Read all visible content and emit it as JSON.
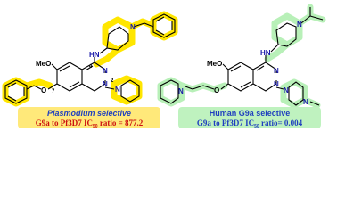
{
  "left": {
    "title": "Plasmodium selective",
    "ratio_prefix": "G9a to Pf3D7 IC",
    "ratio_sub": "50",
    "ratio_suffix": " ratio = 877.2",
    "labels": {
      "nh": "HN",
      "n": "N",
      "meo": "MeO",
      "o": "O",
      "pos4": "4",
      "pos7": "7",
      "pos2": "2"
    }
  },
  "right": {
    "title": "Human G9a selective",
    "ratio_prefix": "G9a to Pf3D7 IC",
    "ratio_sub": "50",
    "ratio_suffix": " ratio= 0.004",
    "labels": {
      "nh": "HN",
      "n": "N",
      "meo": "MeO",
      "o": "O"
    }
  },
  "colors": {
    "left_highlight": "#ffe600",
    "left_caption_bg": "#ffe97a",
    "left_title": "#1f3fbf",
    "left_ratio": "#cc1010",
    "right_highlight": "#b8f0b8",
    "right_caption_bg": "#bff2bf",
    "right_title": "#1f3fbf",
    "right_ratio": "#1f3fbf"
  }
}
